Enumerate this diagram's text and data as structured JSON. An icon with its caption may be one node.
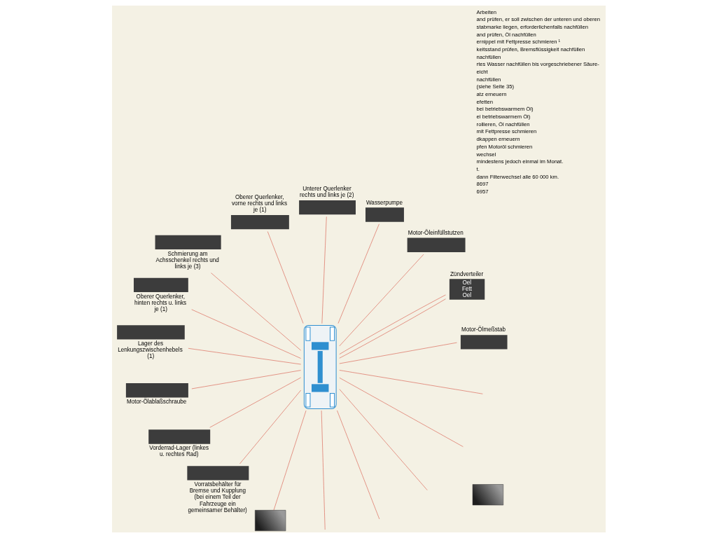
{
  "diagram": {
    "nodes": [
      {
        "text": [
          "Motor-Ölmeßstab"
        ]
      },
      {
        "text": [
          "Zündverteiler",
          "Oel",
          "Fett",
          "Oel"
        ]
      },
      {
        "text": [
          "Motor-Öleinfüllstutzen"
        ]
      },
      {
        "text": [
          "Wasserpumpe"
        ]
      },
      {
        "text": [
          "Unterer Querlenker rechts und links je (2)"
        ]
      },
      {
        "text": [
          "Oberer Querlenker, vorne rechts und links je (1)"
        ]
      },
      {
        "text": [
          "Schmierung am Achsschenkel rechts und links je (3)"
        ]
      },
      {
        "text": [
          "Oberer Querlenker, hinten rechts u. links je (1)"
        ]
      },
      {
        "text": [
          "Lager des Lenkungszwischenhebels (1)"
        ]
      },
      {
        "text": [
          "Motor-Ölablaßschraube"
        ]
      },
      {
        "text": [
          "Vorderrad-Lager (linkes u. rechtes Rad)"
        ]
      },
      {
        "text": [
          "Vorratsbehälter für Bremse und Kupplung (bei einem Teil der Fahrzeuge ein gemeinsamer Behälter)"
        ]
      },
      {
        "text": [],
        "shape": "picture"
      },
      {
        "text": [],
        "shape": "picture"
      },
      {
        "text": [],
        "shape": "picture"
      }
    ],
    "edges": [
      {
        "from": 0,
        "to": 14,
        "arrow": "none"
      },
      {
        "from": 1,
        "to": 14,
        "arrow": "none"
      },
      {
        "from": 1,
        "to": 14,
        "arrow": "none"
      },
      {
        "from": 2,
        "to": 14,
        "arrow": "none"
      },
      {
        "from": 3,
        "to": 14,
        "arrow": "none"
      },
      {
        "from": 4,
        "to": 14,
        "arrow": "none"
      },
      {
        "from": 5,
        "to": 14,
        "arrow": "none"
      },
      {
        "from": 6,
        "to": 14,
        "arrow": "none"
      },
      {
        "from": 7,
        "to": 14,
        "arrow": "none"
      },
      {
        "from": 8,
        "to": 14,
        "arrow": "none"
      },
      {
        "from": 9,
        "to": 14,
        "arrow": "none"
      },
      {
        "from": 10,
        "to": 14,
        "arrow": "none"
      },
      {
        "from": 11,
        "to": 14,
        "arrow": "none"
      },
      {
        "from": 13,
        "to": 14,
        "arrow": "none"
      },
      {
        "from": null,
        "to": 14,
        "arrow": "none"
      },
      {
        "from": null,
        "to": 14,
        "arrow": "none"
      },
      {
        "from": null,
        "to": 14,
        "arrow": "none"
      },
      {
        "from": null,
        "to": 14,
        "arrow": "none"
      },
      {
        "from": null,
        "to": 14,
        "arrow": "none"
      }
    ],
    "labels": [
      "Arbeiten",
      "and prüfen, er soll zwischen der unteren und oberen",
      "stabmarke liegen, erforderlichenfalls nachfüllen",
      "and prüfen, Öl nachfüllen",
      "ernippel mit Fettpresse schmieren ¹",
      "keitsstand prüfen, Bremsflüssigkeit nachfüllen",
      "nachfüllen",
      "rtes Wasser nachfüllen bis vorgeschriebener Säure-",
      "eicht",
      "nachfüllen",
      "(siehe Seite 35)",
      "atz erneuern",
      "efetten",
      "bei betriebswarmem Öl)",
      "ei betriebswarmem Öl)",
      "rollieren, Öl nachfüllen",
      "mit Fettpresse schmieren",
      "dkappen erneuern",
      "pfen Motoröl schmieren",
      "wechsel",
      "mindestens jedoch einmal im Monat.",
      "t.",
      "dann Filterwechsel alle 60 000 km.",
      "8697",
      "6957"
    ]
  }
}
